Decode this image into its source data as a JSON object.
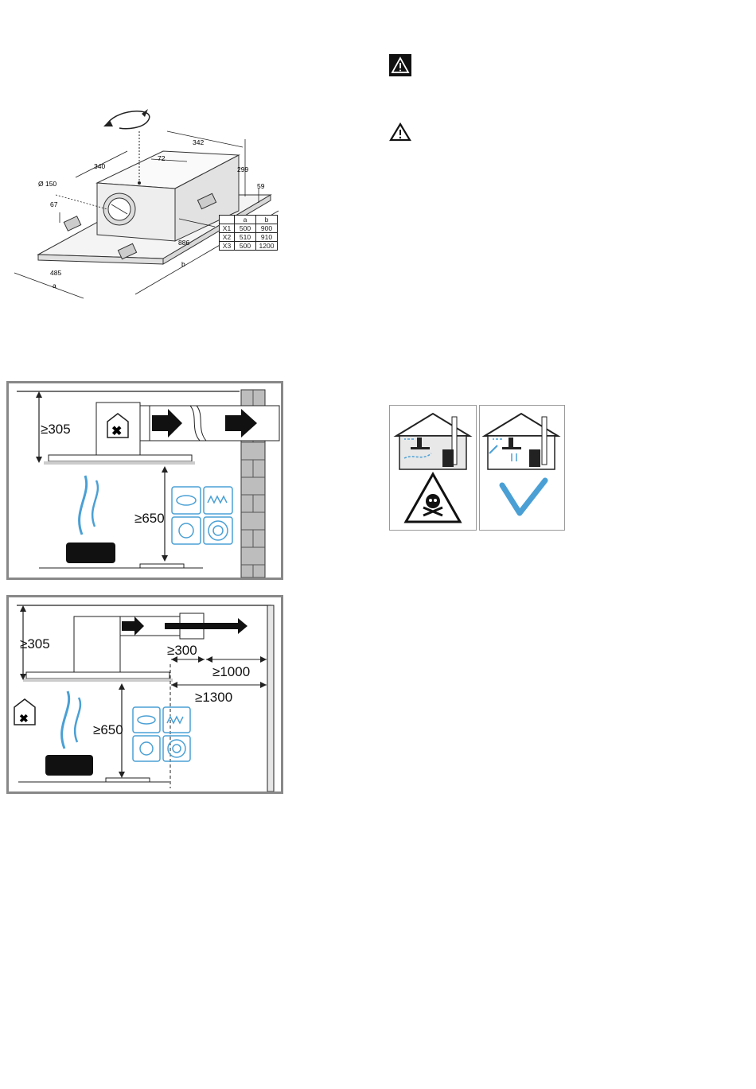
{
  "warnings": {
    "filled_icon": "warning-triangle-filled",
    "outline_icon": "warning-triangle-outline"
  },
  "dimension_drawing": {
    "labels": {
      "depth_top": "340",
      "width_top": "342",
      "offset": "72",
      "height": "299",
      "height_small": "59",
      "diameter": "Ø 150",
      "side_offset": "67",
      "base_length": "886",
      "front": "485",
      "a": "a",
      "b": "b"
    },
    "table": {
      "headers": [
        "",
        "a",
        "b"
      ],
      "rows": [
        [
          "X1",
          "500",
          "900"
        ],
        [
          "X2",
          "510",
          "910"
        ],
        [
          "X3",
          "500",
          "1200"
        ]
      ]
    }
  },
  "installation_1": {
    "ceiling_gap": "≥305",
    "hob_gap": "≥650"
  },
  "installation_2": {
    "ceiling_gap": "≥305",
    "hob_gap": "≥650",
    "duct_gap": "≥300",
    "wall_gap_1": "≥1000",
    "wall_gap_2": "≥1300"
  },
  "pictograms": {
    "wrong_icon": "skull-warning-icon",
    "right_icon": "checkmark-icon"
  },
  "colors": {
    "blue": "#4aa0d5",
    "panel_border": "#888888",
    "brick": "#9a9a9a"
  }
}
